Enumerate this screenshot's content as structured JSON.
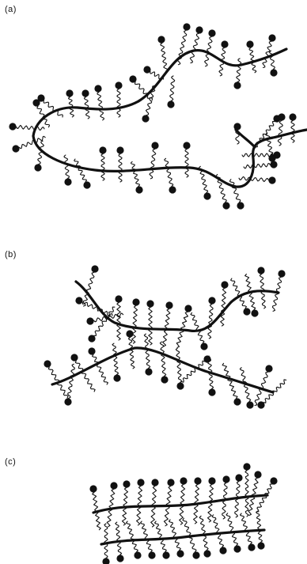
{
  "panels": [
    {
      "id": "a",
      "label": "(a)"
    },
    {
      "id": "b",
      "label": "(b)"
    },
    {
      "id": "c",
      "label": "(c)"
    }
  ],
  "colors": {
    "ink": "#111111",
    "background": "#ffffff"
  }
}
